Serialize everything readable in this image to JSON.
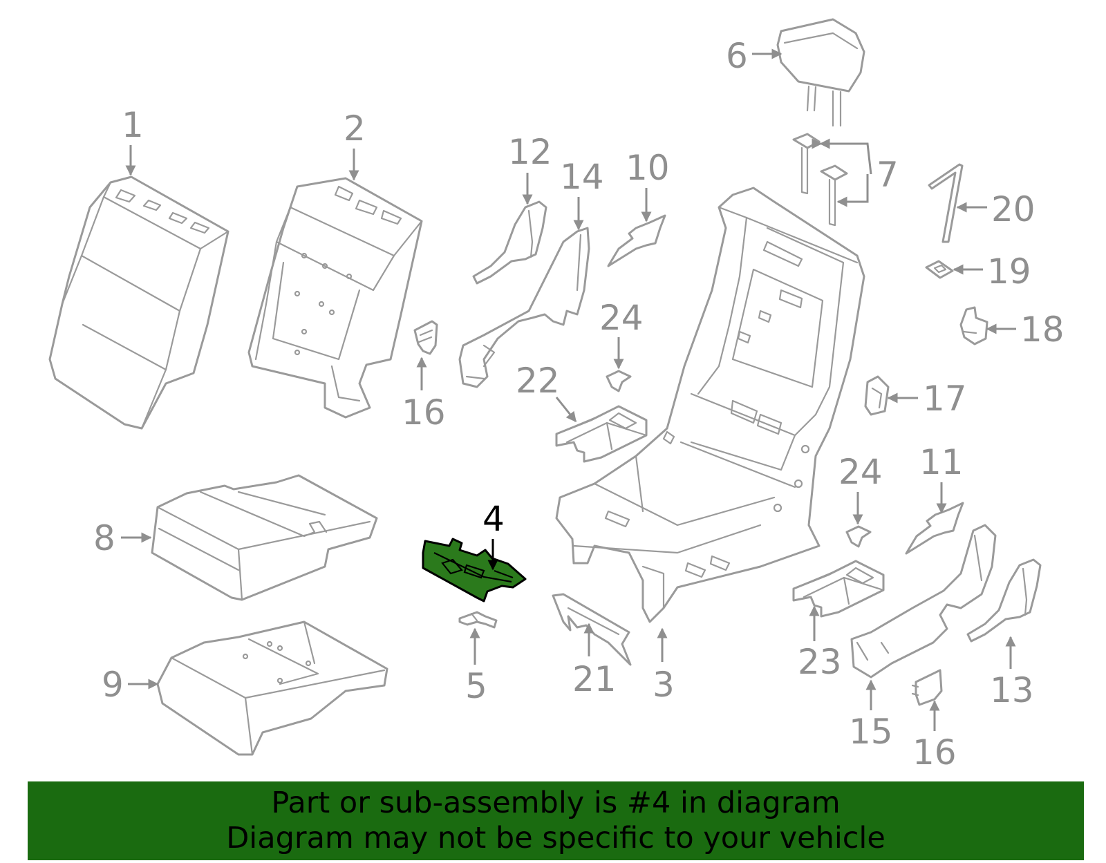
{
  "colors": {
    "highlight_fill": "#2b7a1c",
    "banner_background": "#1a6b10",
    "line_color": "#9a9a9a"
  },
  "diagram": {
    "highlighted_part": "4",
    "callouts": [
      "1",
      "2",
      "3",
      "4",
      "5",
      "6",
      "7",
      "8",
      "9",
      "10",
      "11",
      "12",
      "13",
      "14",
      "15",
      "16",
      "16",
      "17",
      "18",
      "19",
      "20",
      "21",
      "22",
      "23",
      "24",
      "24"
    ]
  },
  "banner": {
    "line1": "Part or sub-assembly is #4 in diagram",
    "line2": "Diagram may not be specific to your vehicle"
  }
}
